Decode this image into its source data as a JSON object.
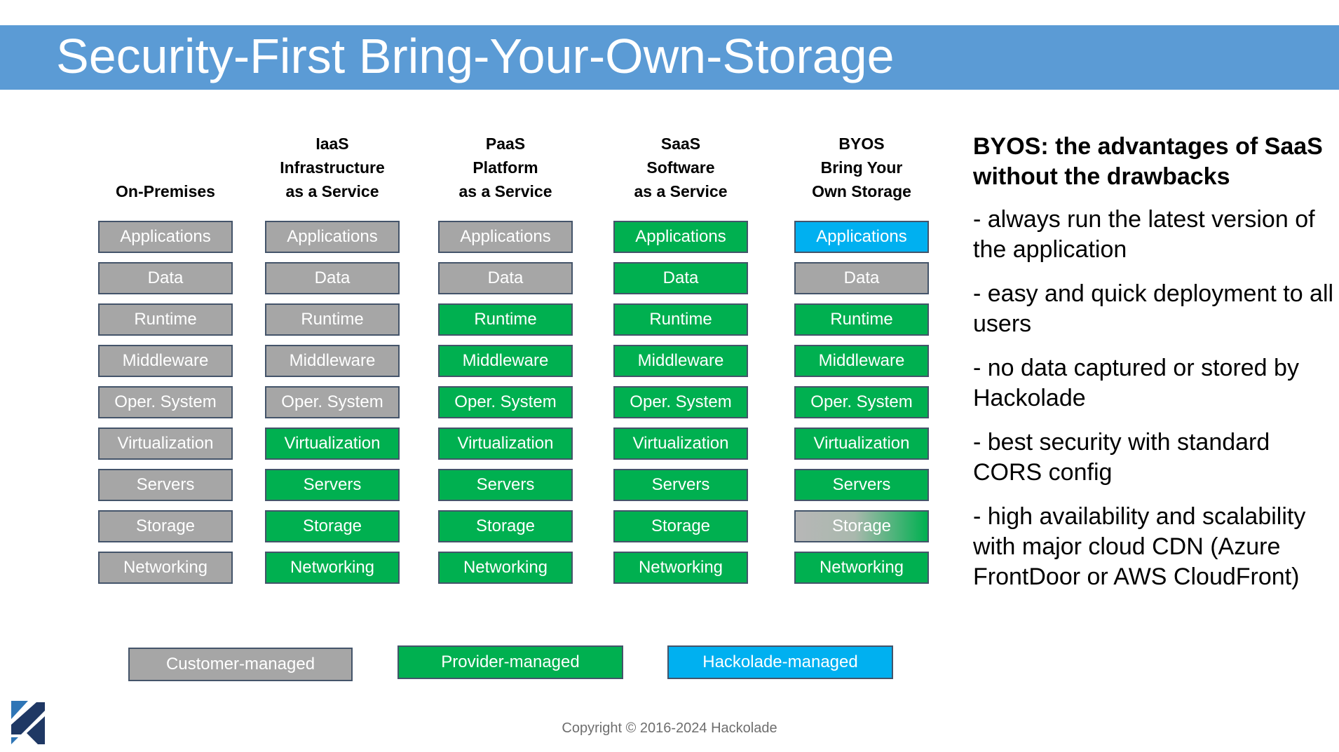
{
  "title": "Security-First Bring-Your-Own-Storage",
  "colors": {
    "title_bar": "#5b9bd5",
    "customer": "#a6a6a6",
    "provider": "#00b050",
    "hackolade": "#00b0f0",
    "border": "#44546a"
  },
  "columns": [
    {
      "header": "On-Premises",
      "cells": [
        {
          "label": "Applications",
          "type": "customer"
        },
        {
          "label": "Data",
          "type": "customer"
        },
        {
          "label": "Runtime",
          "type": "customer"
        },
        {
          "label": "Middleware",
          "type": "customer"
        },
        {
          "label": "Oper. System",
          "type": "customer"
        },
        {
          "label": "Virtualization",
          "type": "customer"
        },
        {
          "label": "Servers",
          "type": "customer"
        },
        {
          "label": "Storage",
          "type": "customer"
        },
        {
          "label": "Networking",
          "type": "customer"
        }
      ]
    },
    {
      "header": "IaaS\nInfrastructure\nas a Service",
      "cells": [
        {
          "label": "Applications",
          "type": "customer"
        },
        {
          "label": "Data",
          "type": "customer"
        },
        {
          "label": "Runtime",
          "type": "customer"
        },
        {
          "label": "Middleware",
          "type": "customer"
        },
        {
          "label": "Oper. System",
          "type": "customer"
        },
        {
          "label": "Virtualization",
          "type": "provider"
        },
        {
          "label": "Servers",
          "type": "provider"
        },
        {
          "label": "Storage",
          "type": "provider"
        },
        {
          "label": "Networking",
          "type": "provider"
        }
      ]
    },
    {
      "header": "PaaS\nPlatform\nas a Service",
      "cells": [
        {
          "label": "Applications",
          "type": "customer"
        },
        {
          "label": "Data",
          "type": "customer"
        },
        {
          "label": "Runtime",
          "type": "provider"
        },
        {
          "label": "Middleware",
          "type": "provider"
        },
        {
          "label": "Oper. System",
          "type": "provider"
        },
        {
          "label": "Virtualization",
          "type": "provider"
        },
        {
          "label": "Servers",
          "type": "provider"
        },
        {
          "label": "Storage",
          "type": "provider"
        },
        {
          "label": "Networking",
          "type": "provider"
        }
      ]
    },
    {
      "header": "SaaS\nSoftware\nas a Service",
      "cells": [
        {
          "label": "Applications",
          "type": "provider"
        },
        {
          "label": "Data",
          "type": "provider"
        },
        {
          "label": "Runtime",
          "type": "provider"
        },
        {
          "label": "Middleware",
          "type": "provider"
        },
        {
          "label": "Oper. System",
          "type": "provider"
        },
        {
          "label": "Virtualization",
          "type": "provider"
        },
        {
          "label": "Servers",
          "type": "provider"
        },
        {
          "label": "Storage",
          "type": "provider"
        },
        {
          "label": "Networking",
          "type": "provider"
        }
      ]
    },
    {
      "header": "BYOS\nBring Your\nOwn Storage",
      "cells": [
        {
          "label": "Applications",
          "type": "hackolade"
        },
        {
          "label": "Data",
          "type": "customer"
        },
        {
          "label": "Runtime",
          "type": "provider"
        },
        {
          "label": "Middleware",
          "type": "provider"
        },
        {
          "label": "Oper. System",
          "type": "provider"
        },
        {
          "label": "Virtualization",
          "type": "provider"
        },
        {
          "label": "Servers",
          "type": "provider"
        },
        {
          "label": "Storage",
          "type": "mixed"
        },
        {
          "label": "Networking",
          "type": "provider"
        }
      ]
    }
  ],
  "legend": [
    {
      "label": "Customer-managed",
      "type": "customer"
    },
    {
      "label": "Provider-managed",
      "type": "provider"
    },
    {
      "label": "Hackolade-managed",
      "type": "hackolade"
    }
  ],
  "advantages": {
    "title": "BYOS: the advantages of SaaS without the drawbacks",
    "items": [
      "- always run the latest version of the application",
      "- easy and quick deployment to all users",
      "- no data captured or stored by Hackolade",
      "- best security with standard CORS config",
      "- high availability and scalability with major cloud CDN (Azure FrontDoor or AWS CloudFront)"
    ]
  },
  "copyright": "Copyright © 2016-2024 Hackolade",
  "logo_icon": "hackolade-logo-icon"
}
